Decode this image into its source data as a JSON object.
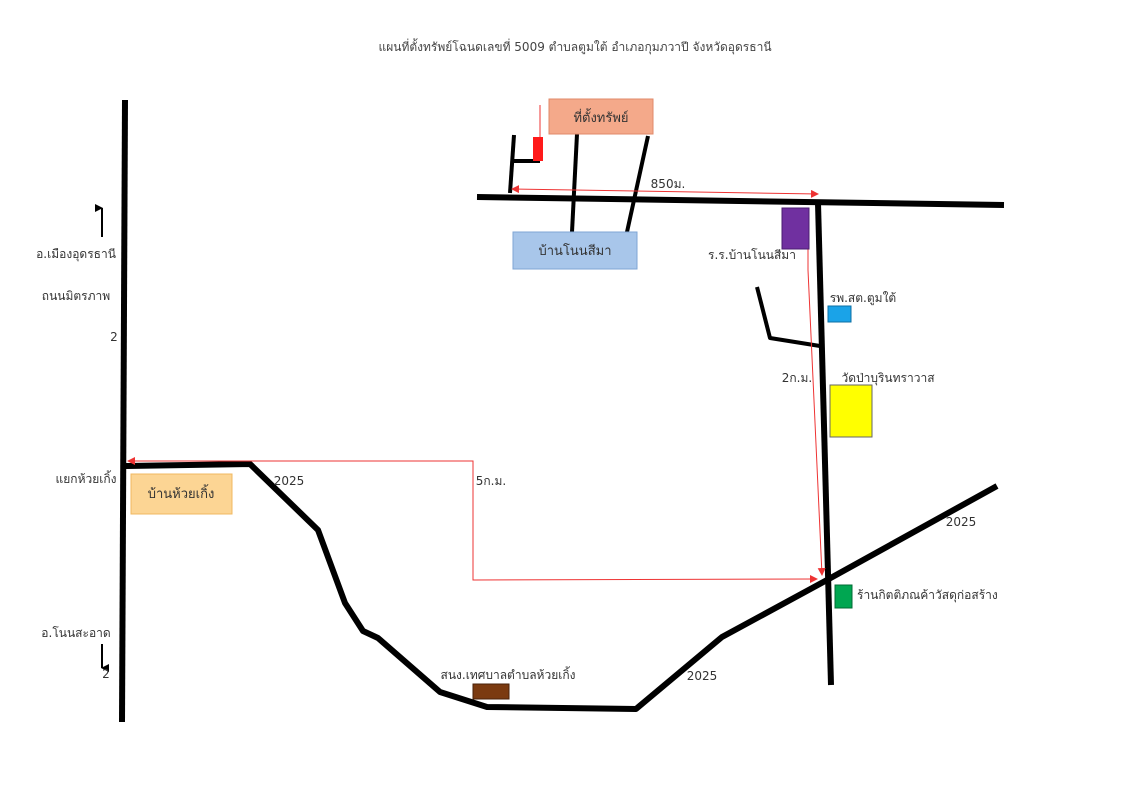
{
  "title": "แผนที่ตั้งทรัพย์โฉนดเลขที่ 5009 ตำบลตูมใต้ อำเภอกุมภวาปี จังหวัดอุดรธานี",
  "labels": {
    "city_north": "อ.เมืองอุดรธานี",
    "road_name": "ถนนมิตรภาพ",
    "road_no_top": "2",
    "junction": "แยกห้วยเกิ้ง",
    "city_south": "อ.โนนสะอาด",
    "road_no_bottom": "2",
    "dist_850": "850ม.",
    "dist_2km": "2ก.ม.",
    "dist_5km": "5ก.ม.",
    "road_2025_a": "2025",
    "road_2025_b": "2025",
    "road_2025_c": "2025"
  },
  "places": {
    "property": "ที่ตั้งทรัพย์",
    "ban_non_sima": "บ้านโนนสีมา",
    "school": "ร.ร.บ้านโนนสีมา",
    "health": "รพ.สต.ตูมใต้",
    "temple": "วัดป่าบุรินทราวาส",
    "ban_huai_kueng": "บ้านห้วยเกิ้ง",
    "shop": "ร้านกิตติภณค้าวัสดุก่อสร้าง",
    "municipal": "สนง.เทศบาลตำบลห้วยเกิ้ง"
  },
  "colors": {
    "road": "#000000",
    "guide_line": "#ee3333",
    "property_box": "#f4a98a",
    "property_marker": "#ff1a1a",
    "ban_non_sima_box": "#a8c6ea",
    "school_marker": "#7030a0",
    "health_marker": "#1aa3e8",
    "temple_marker": "#ffff00",
    "ban_huai_kueng_box": "#fcd594",
    "shop_marker": "#00a651",
    "municipal_marker": "#7b3a10"
  }
}
